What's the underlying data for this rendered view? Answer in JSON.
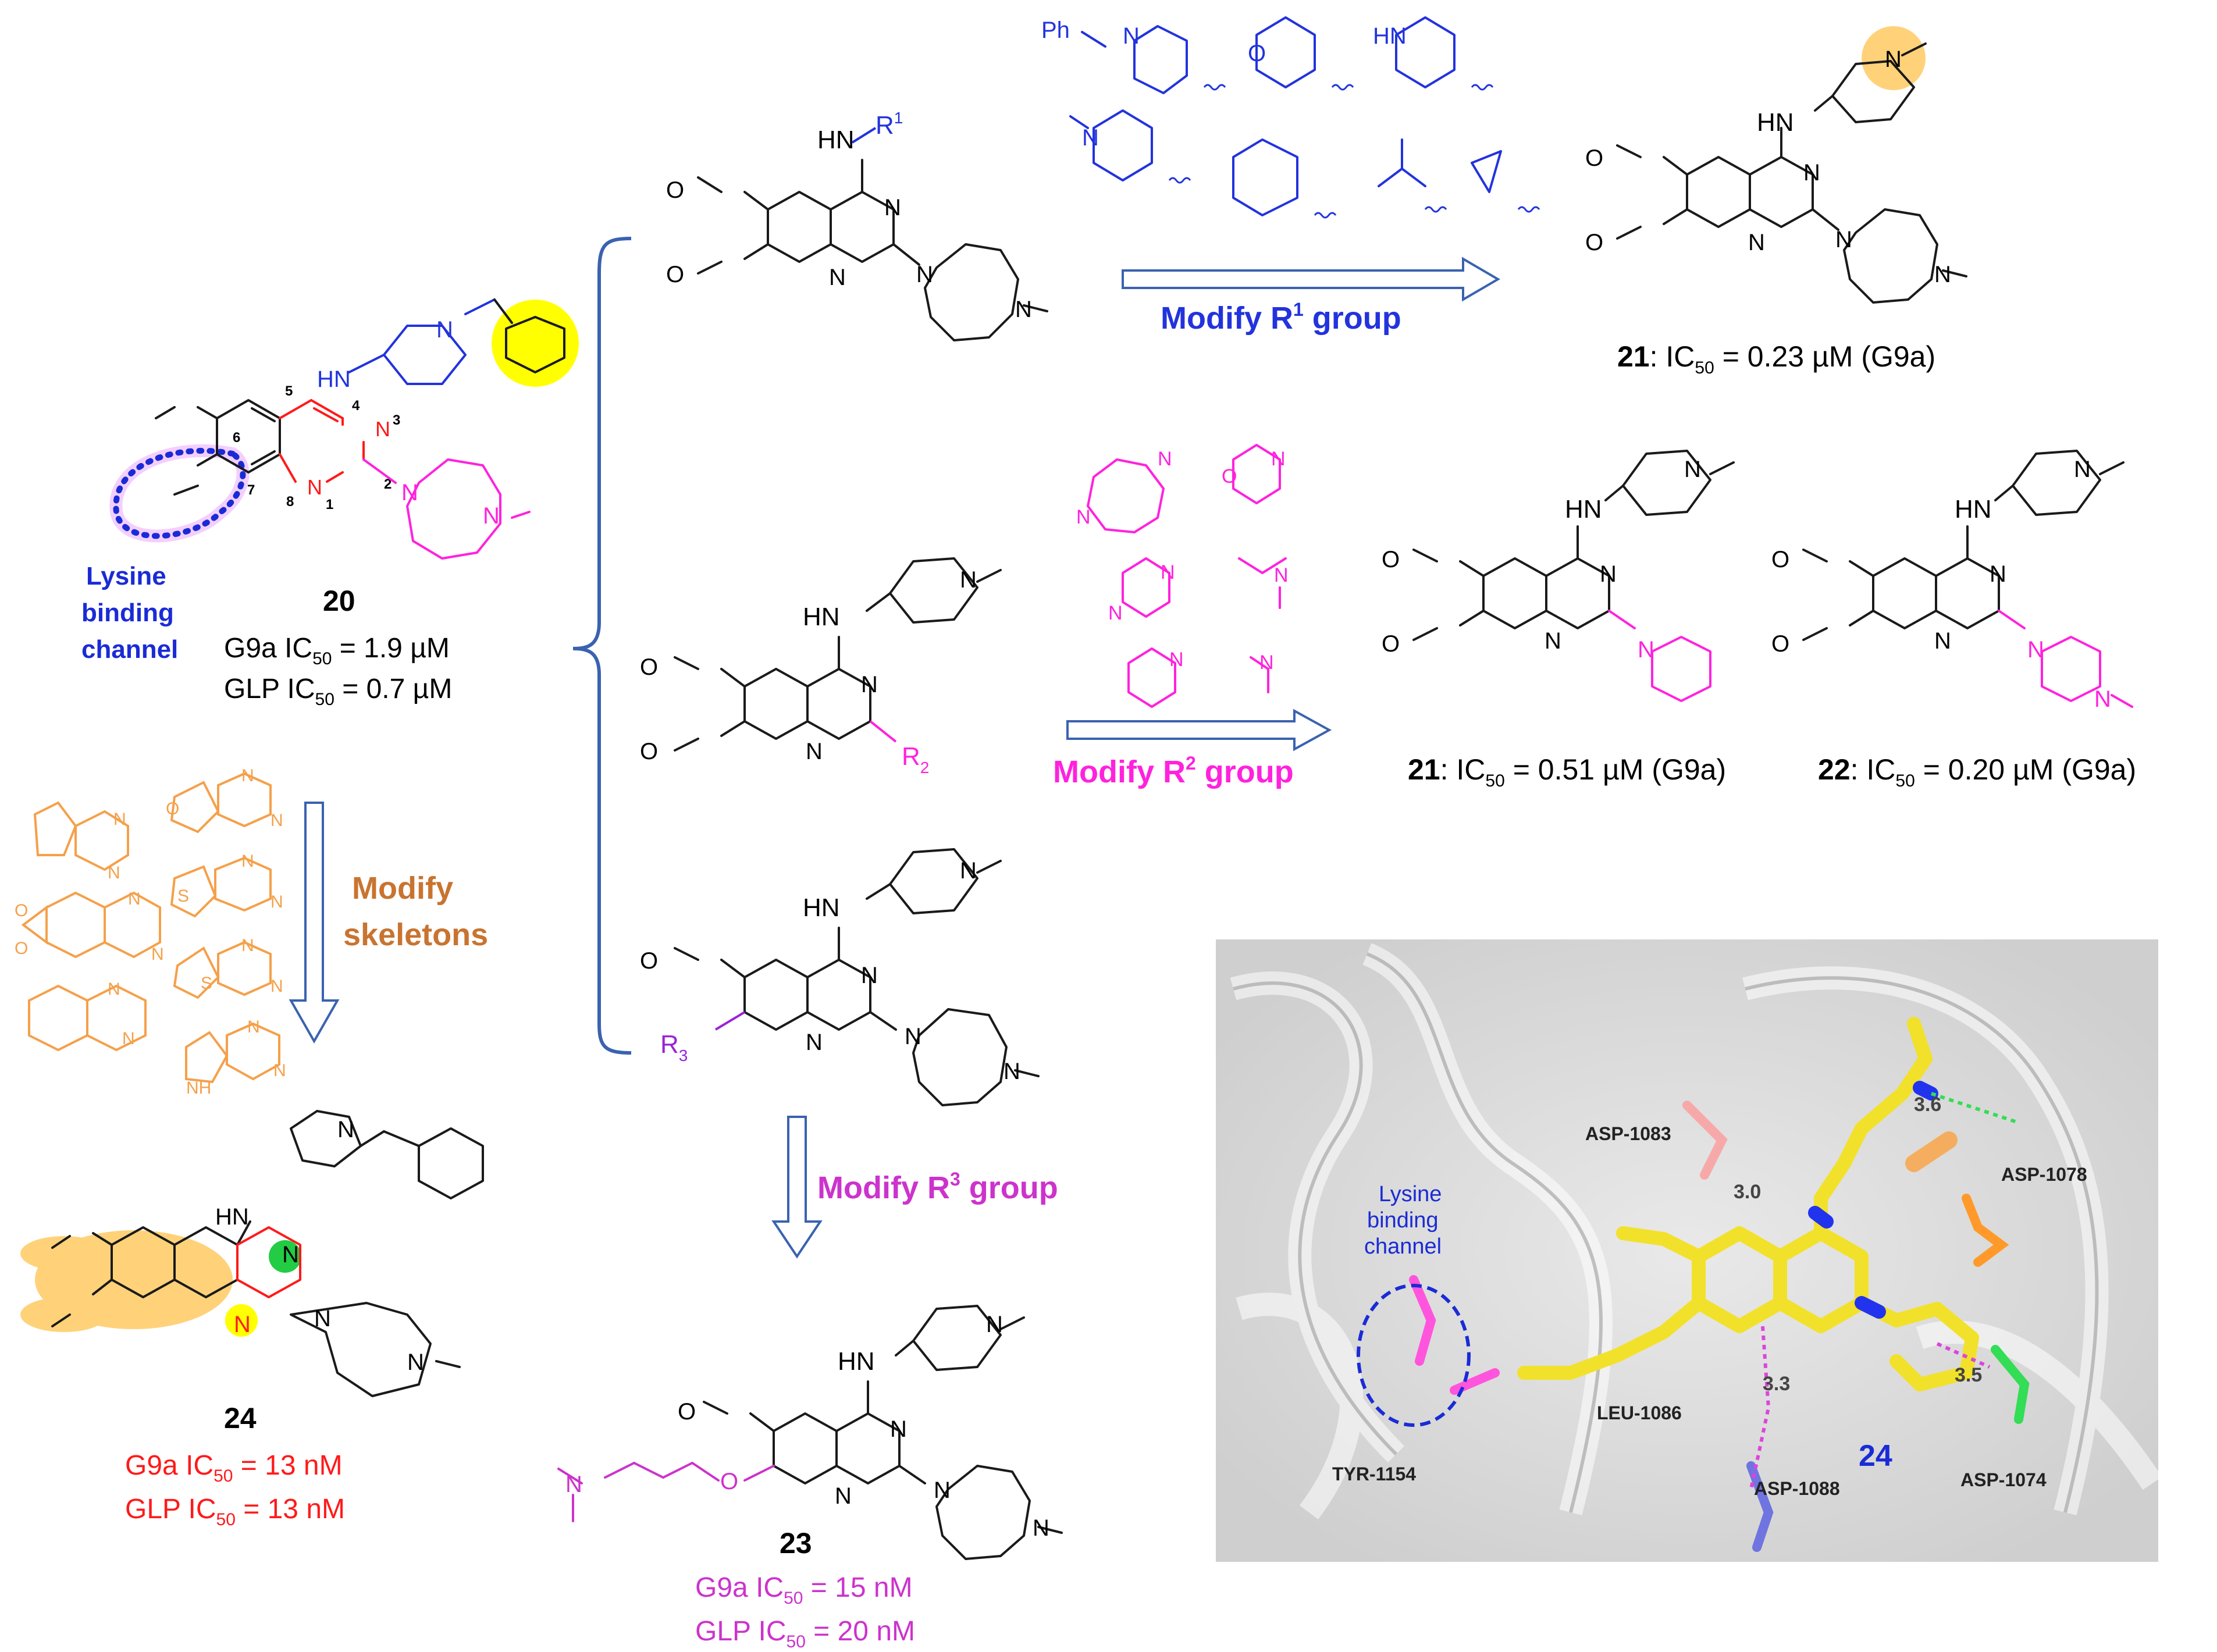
{
  "colors": {
    "black": "#1a1a1a",
    "blue": "#2233dd",
    "magenta": "#ff22dd",
    "red": "#ff1a1a",
    "orange": "#f5a04a",
    "skeleton_orange": "#c87430",
    "violet": "#9a22d9",
    "r3_pink": "#cc33cc",
    "arrow_blue": "#3a62b0",
    "yellow_hl": "#ffff00",
    "orange_hl": "#ffd27a",
    "green_hl": "#22cc44"
  },
  "compound20": {
    "id": "20",
    "note_line1": "Lysine",
    "note_line2": "binding",
    "note_line3": "channel",
    "ic50_g9a": "G9a IC50 = 1.9 µM",
    "ic50_g9a_a": "G9a IC",
    "ic50_g9a_b": " = 1.9 µM",
    "ic50_glp_a": "GLP IC",
    "ic50_glp_b": " = 0.7 µM",
    "sub": "50",
    "atom_labels": [
      "HN",
      "N",
      "N",
      "N",
      "N",
      "N"
    ],
    "ring_numbers": [
      "1",
      "2",
      "3",
      "4",
      "5",
      "6",
      "7",
      "8"
    ]
  },
  "skeletons": {
    "label_line1": "Modify",
    "label_line2": "skeletons"
  },
  "compound24": {
    "id": "24",
    "ic50_g9a_a": "G9a IC",
    "ic50_g9a_b": " = 13 nM",
    "ic50_glp_a": "GLP IC",
    "ic50_glp_b": " = 13 nM",
    "sub": "50"
  },
  "scaffold_r1": {
    "nh": "HN",
    "r": "R",
    "r_sup": "1"
  },
  "scaffold_r2": {
    "nh": "HN",
    "r": "R",
    "r_sub": "2"
  },
  "scaffold_r3": {
    "nh": "HN",
    "r": "R",
    "r_sub": "3"
  },
  "r1_arrow": {
    "label_a": "Modify R",
    "label_sup": "1",
    "label_b": " group",
    "ph": "Ph",
    "hn": "HN"
  },
  "r2_arrow": {
    "label_a": "Modify R",
    "label_sup": "2",
    "label_b": " group"
  },
  "r3_arrow": {
    "label_a": "Modify R",
    "label_sup": "3",
    "label_b": " group"
  },
  "compound21a": {
    "id": "21",
    "ic50_a": ": IC",
    "sub": "50",
    "ic50_b": " = 0.23 µM (G9a)"
  },
  "compound21b": {
    "id": "21",
    "ic50_a": ": IC",
    "sub": "50",
    "ic50_b": " = 0.51 µM (G9a)"
  },
  "compound22": {
    "id": "22",
    "ic50_a": ": IC",
    "sub": "50",
    "ic50_b": " = 0.20 µM (G9a)"
  },
  "compound23": {
    "id": "23",
    "ic50_g9a_a": "G9a IC",
    "ic50_g9a_b": " = 15 nM",
    "ic50_glp_a": "GLP IC",
    "ic50_glp_b": " = 20 nM",
    "sub": "50"
  },
  "docking": {
    "residues": [
      "ASP-1083",
      "ASP-1078",
      "LEU-1086",
      "TYR-1154",
      "ASP-1088",
      "ASP-1074"
    ],
    "distances": [
      "3.6",
      "3.0",
      "3.3",
      "3.5"
    ],
    "channel_line1": "Lysine",
    "channel_line2": "binding",
    "channel_line3": "channel",
    "ligand_label": "24"
  }
}
